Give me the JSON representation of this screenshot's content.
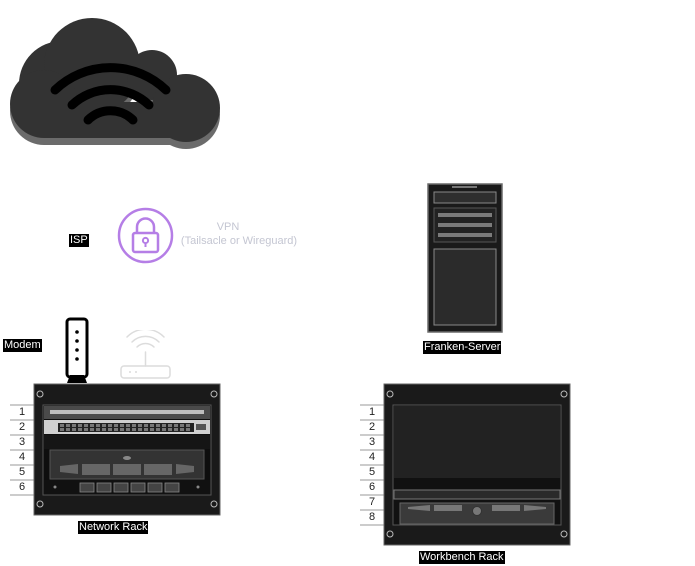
{
  "labels": {
    "isp": "ISP",
    "vpn_line1": "VPN",
    "vpn_line2": "(Tailsacle or Wireguard)",
    "modem": "Modem",
    "server": "Franken-Server",
    "network_rack": "Network Rack",
    "workbench_rack": "Workbench Rack"
  },
  "network_rack_units": [
    "1",
    "2",
    "3",
    "4",
    "5",
    "6"
  ],
  "workbench_rack_units": [
    "1",
    "2",
    "3",
    "4",
    "5",
    "6",
    "7",
    "8"
  ],
  "icons": {
    "cloud": "cloud-wifi-icon",
    "vpn": "lock-icon",
    "modem": "modem-icon",
    "router": "wifi-router-icon",
    "server": "tower-server-icon"
  },
  "colors": {
    "cloud": "#333333",
    "vpn_lock": "#b57ee6",
    "vpn_text": "#c4c6d2",
    "label_bg": "#000000",
    "label_fg": "#ffffff"
  }
}
